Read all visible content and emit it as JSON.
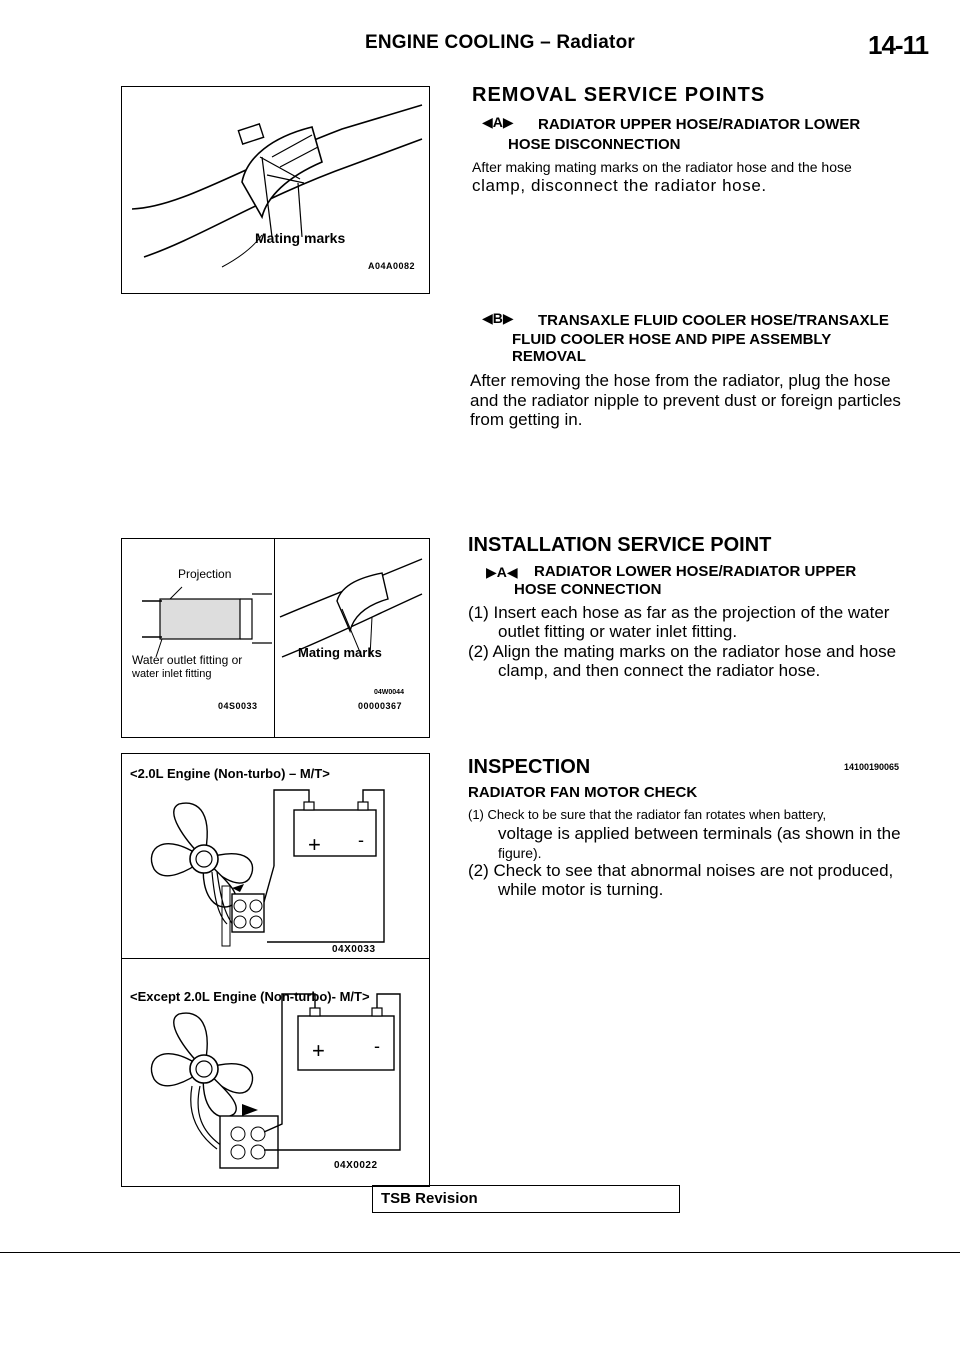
{
  "header": {
    "title": "ENGINE COOLING – Radiator",
    "page_number": "14-11"
  },
  "figures": {
    "fig1": {
      "label": "Mating marks",
      "code": "A04A0082"
    },
    "fig2": {
      "left_label_top": "Projection",
      "left_label_bottom1": "Water outlet fitting or",
      "left_label_bottom2": "water inlet fitting",
      "left_code": "04S0033",
      "right_label": "Mating marks",
      "right_code1": "04W0044",
      "right_code2": "00000367"
    },
    "fig3": {
      "caption": "<2.0L Engine (Non-turbo) – M/T>",
      "code": "04X0033",
      "plus": "+",
      "minus": "-"
    },
    "fig4": {
      "caption": "<Except 2.0L Engine (Non-turbo)- M/T>",
      "code": "04X0022",
      "plus": "+",
      "minus": "-"
    }
  },
  "removal": {
    "heading": "REMOVAL SERVICE POINTS",
    "a_symbol": "A",
    "a_title_line1": "RADIATOR UPPER HOSE/RADIATOR LOWER",
    "a_title_line2": "HOSE DISCONNECTION",
    "a_text_line1": "After making mating marks on the radiator hose and the hose",
    "a_text_line2": "clamp, disconnect the radiator hose.",
    "b_symbol": "B",
    "b_title_line1": "TRANSAXLE FLUID COOLER HOSE/TRANSAXLE",
    "b_title_line2": "FLUID COOLER HOSE AND PIPE ASSEMBLY",
    "b_title_line3": "REMOVAL",
    "b_text_line1": "After removing the hose from the radiator, plug the hose",
    "b_text_line2": "and the radiator nipple to prevent dust or foreign particles",
    "b_text_line3": "from getting in."
  },
  "installation": {
    "heading": "INSTALLATION SERVICE POINT",
    "a_symbol": "A",
    "a_title_line1": "RADIATOR LOWER HOSE/RADIATOR UPPER",
    "a_title_line2": "HOSE CONNECTION",
    "step1_line1": "(1) Insert each hose as far as the projection of the water",
    "step1_line2": "outlet fitting or water inlet fitting.",
    "step2_line1": "(2) Align the mating marks on the radiator hose and hose",
    "step2_line2": "clamp, and then connect the radiator hose."
  },
  "inspection": {
    "heading": "INSPECTION",
    "code": "14100190065",
    "sub_heading": "RADIATOR FAN MOTOR CHECK",
    "step1_line1": "(1) Check to be sure that the radiator fan rotates when battery,",
    "step1_line2": "voltage is applied between terminals (as shown in the",
    "step1_line3": "figure).",
    "step2_line1": "(2) Check to see that abnormal noises are not produced,",
    "step2_line2": "while motor is turning."
  },
  "footer": {
    "tsb": "TSB Revision"
  }
}
